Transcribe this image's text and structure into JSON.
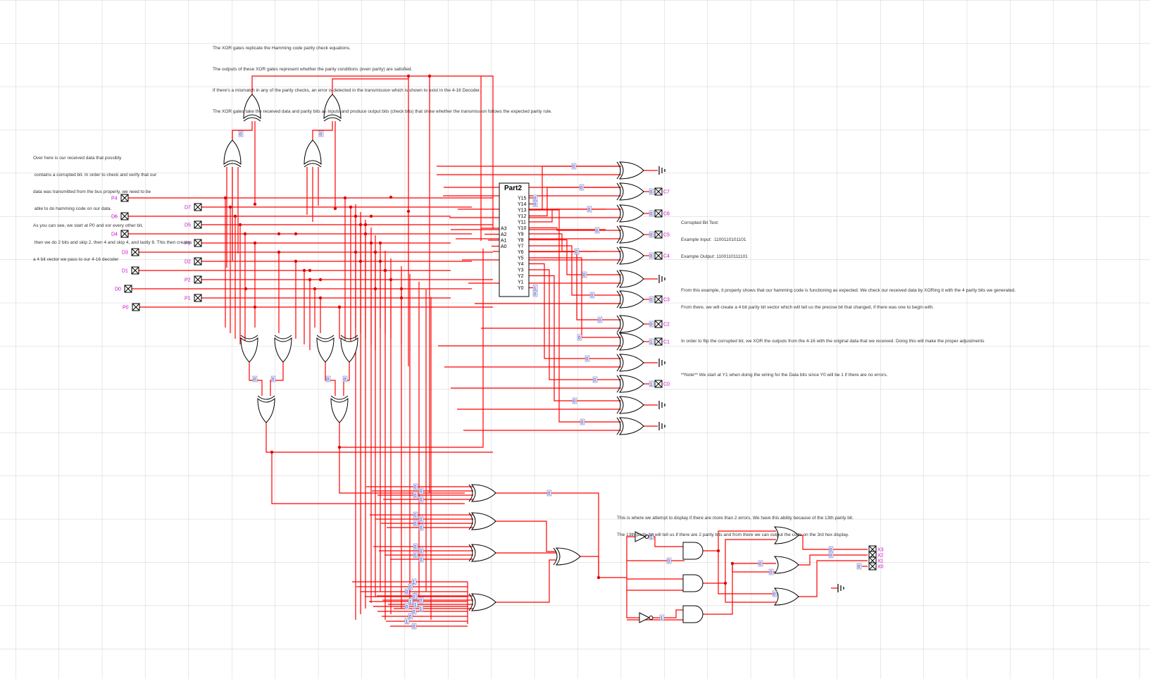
{
  "colors": {
    "wire": "#ff0000",
    "grid": "#d0d0d0",
    "gate": "#000000",
    "pin_label": "#d000d0",
    "probe": "#2222cc",
    "junction": "#e00000"
  },
  "notes": {
    "top_lines": [
      "The XOR gates replicate the Hamming code parity check equations.",
      "The outputs of these XOR gates represent whether the parity conditions (even parity) are satisfied.",
      "If there's a mismatch in any of the parity checks, an error is detected in the transmission which is shown to exist in the 4-16 Decoder.",
      "The XOR gates take the received data and parity bits as inputs and produce output bits (check bits) that show whether the transmission follows the expected parity rule."
    ],
    "left_lines": [
      "Over here is our received data that possibly",
      " contains a corrupted bit. In order to check and verify that our",
      "data was transmitted from the bus properly, we need to be",
      " able to do hamming code on our data.",
      "As you can see, we start at P0 and xor every other bit,",
      " then we do 2 bits and skip 2, then 4 and skip 4, and lastly 8. This then creates",
      "a 4 bit vector we pass to our 4-16 decoder"
    ],
    "right_lines": [
      "Corrupted Bit Test:",
      "Example Input:  1100110101101",
      "Example Output: 1100110111101",
      "",
      "From this example, it properly shows that our hamming code is functioning as expected. We check our received data by XORing it with the 4 parity bits we generated.",
      "From there, we will create a 4 bit parity bit vector which will tell us the precise bit that changed, if there was one to begin with.",
      "",
      "In order to flip the corrupted bit, we XOR the outputs from the 4-16 with the original data that we received. Doing this will make the proper adjustments",
      "",
      "**Note** We start at Y1 when doing the wiring for the Data bits since Y0 will be 1 if there are no errors."
    ],
    "bottom_lines": [
      "This is where we attempt to display if there are more than 2 errors. We have this ability because of the 13th parity bit.",
      "The 13th parity bit will tell us if there are 2 parity bits and from there we can output the code on the 3rd hex display."
    ]
  },
  "inputs": [
    "P4",
    "D7",
    "D6",
    "D5",
    "D4",
    "P3",
    "D3",
    "D2",
    "D1",
    "P2",
    "D0",
    "P1",
    "P0"
  ],
  "decoder": {
    "title": "Part2",
    "outputs": [
      "Y15",
      "Y14",
      "Y13",
      "Y12",
      "Y11",
      "Y10",
      "Y9",
      "Y8",
      "Y7",
      "Y6",
      "Y5",
      "Y4",
      "Y3",
      "Y2",
      "Y1",
      "Y0"
    ],
    "inputs": [
      "A3",
      "A2",
      "A1",
      "A0"
    ],
    "probe_y15": "0",
    "probe_y14": "0",
    "probe_y0": "1",
    "probe_y0b": "0"
  },
  "corrected_outputs": [
    "C7",
    "C6",
    "C5",
    "C4",
    "C3",
    "C2",
    "C1",
    "C0"
  ],
  "hex_outputs": [
    "X3",
    "X2",
    "X1",
    "X0"
  ],
  "probe_values": {
    "zero": "0",
    "one": "1"
  }
}
